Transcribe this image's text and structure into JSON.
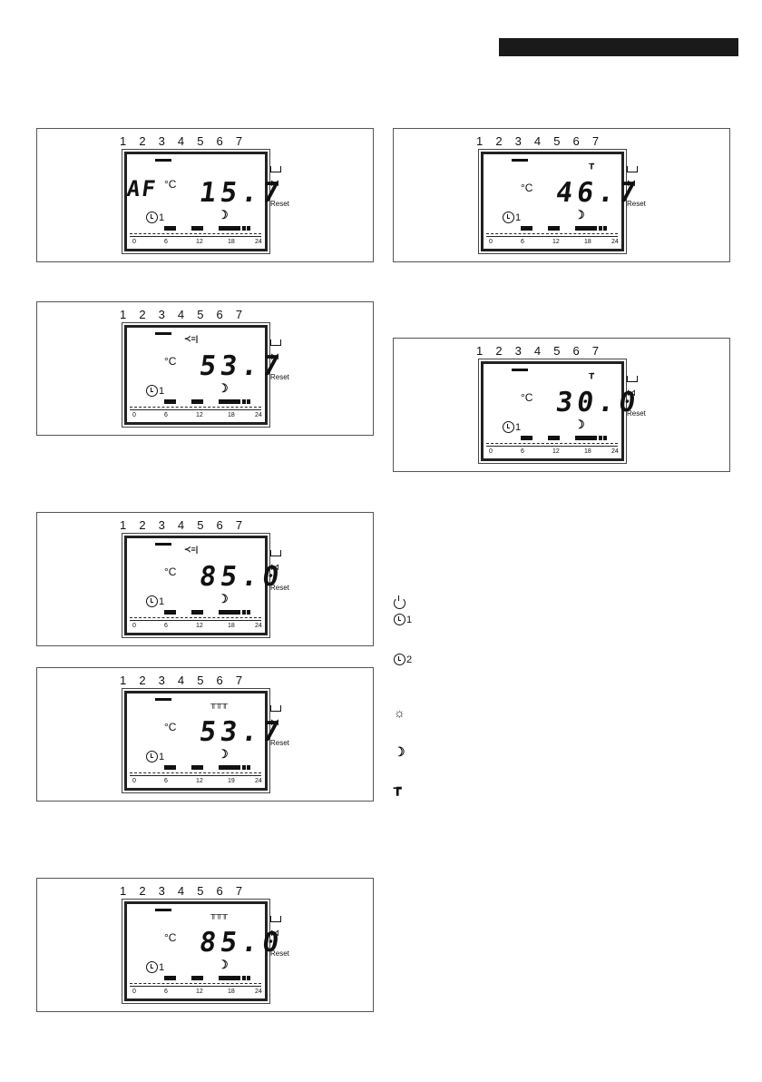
{
  "days": [
    "1",
    "2",
    "3",
    "4",
    "5",
    "6",
    "7"
  ],
  "degree_label": "°C",
  "reset_label": "Reset",
  "clock_sub_1": "1",
  "clock_sub_2": "2",
  "timeline_ticks": [
    "0",
    "6",
    "12",
    "18",
    "24"
  ],
  "timeline_ticks_alt": [
    "0",
    "6",
    "12",
    "19",
    "24"
  ],
  "panels": [
    {
      "code": "AF",
      "value": "15.7",
      "indicator": "none"
    },
    {
      "code": "",
      "value": "53.7",
      "indicator": "flame"
    },
    {
      "code": "",
      "value": "85.0",
      "indicator": "flame"
    },
    {
      "code": "",
      "value": "53.7",
      "indicator": "radiator"
    },
    {
      "code": "",
      "value": "85.0",
      "indicator": "radiator"
    },
    {
      "code": "",
      "value": "46.7",
      "indicator": "tap"
    },
    {
      "code": "",
      "value": "30.0",
      "indicator": "tap"
    }
  ],
  "legend_icons": [
    "power-icon",
    "clock-1-icon",
    "clock-2-icon",
    "sun-icon",
    "moon-icon",
    "tap-icon"
  ],
  "colors": {
    "ink": "#111111",
    "header_bar": "#1a1a1a"
  }
}
